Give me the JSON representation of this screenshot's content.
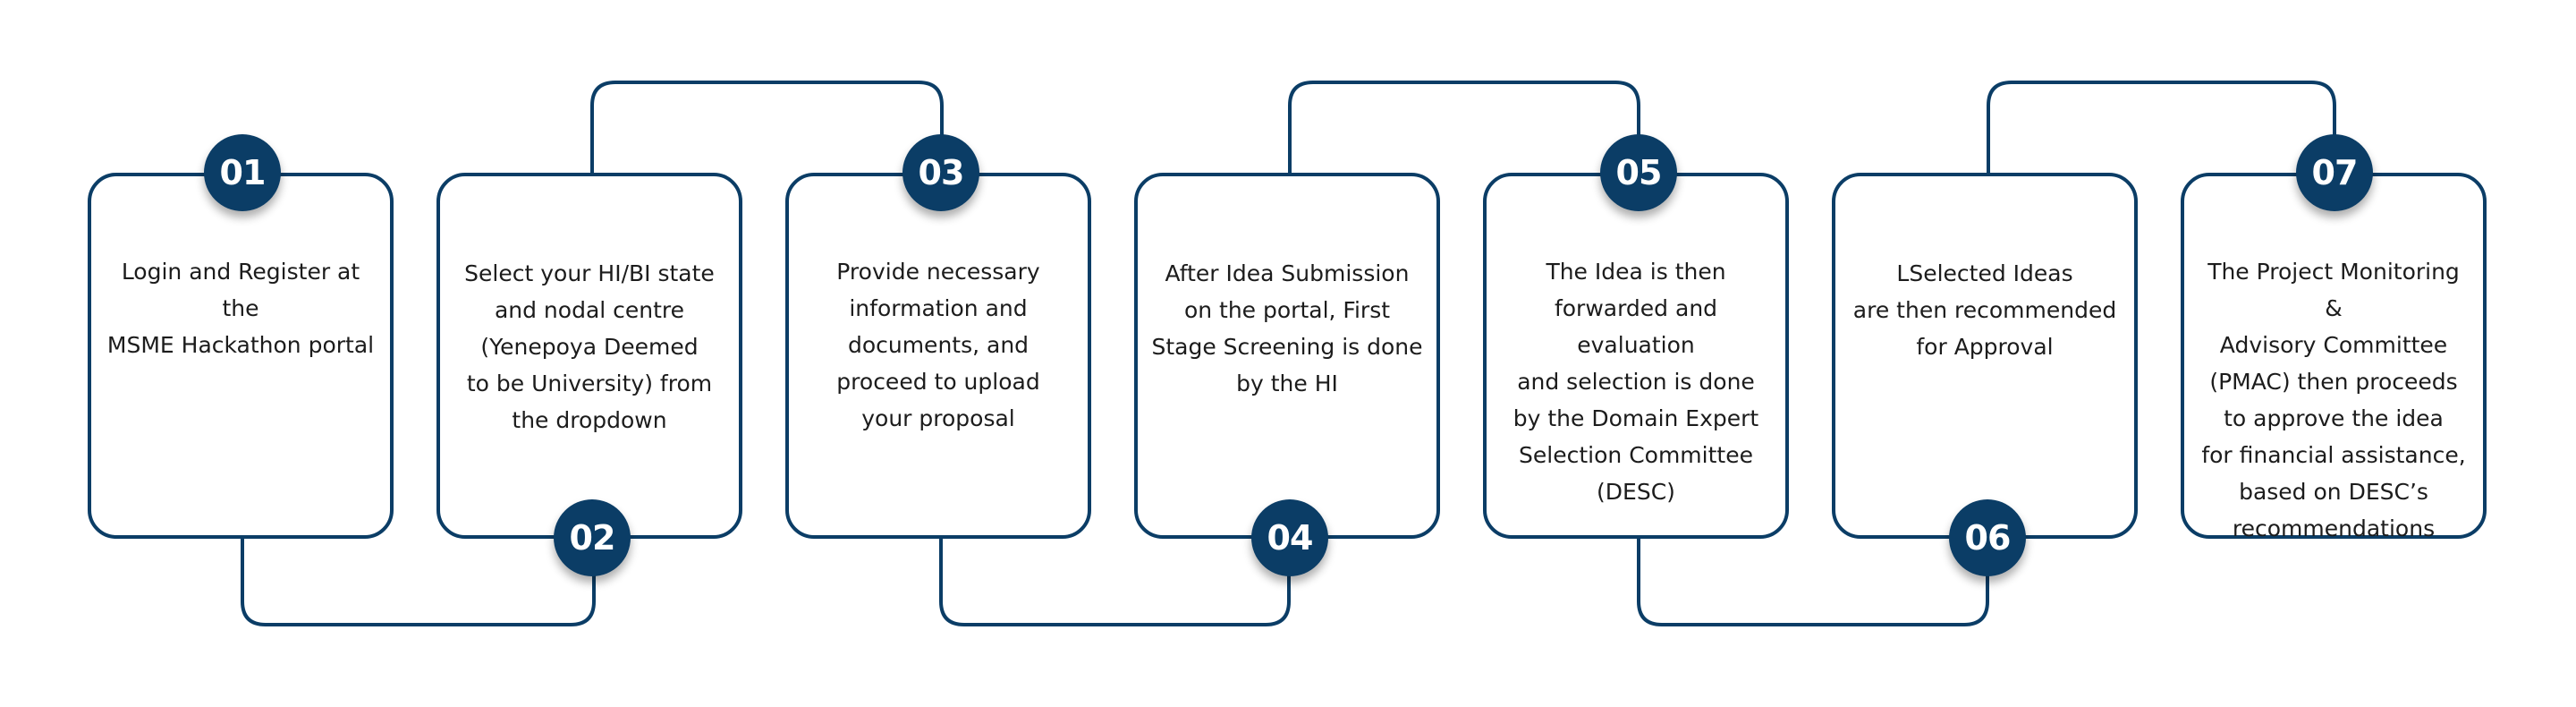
{
  "colors": {
    "primary": "#0b3d66",
    "text": "#1c1c1c",
    "background": "#ffffff"
  },
  "steps": [
    {
      "number": "01",
      "text": "Login and Register at the\nMSME Hackathon portal"
    },
    {
      "number": "02",
      "text": "Select your HI/BI state\nand nodal centre\n(Yenepoya Deemed\nto be University) from\nthe dropdown"
    },
    {
      "number": "03",
      "text": "Provide necessary\ninformation and\ndocuments, and\nproceed to upload\nyour proposal"
    },
    {
      "number": "04",
      "text": "After Idea Submission\non the portal, First\nStage Screening is done\nby the HI"
    },
    {
      "number": "05",
      "text": "The Idea is then\nforwarded and evaluation\nand selection is done\nby the Domain Expert\nSelection Committee\n(DESC)"
    },
    {
      "number": "06",
      "text": "LSelected Ideas\nare then recommended\nfor Approval"
    },
    {
      "number": "07",
      "text": "The Project Monitoring &\nAdvisory Committee\n(PMAC) then proceeds\nto approve the idea\nfor financial assistance,\nbased on DESC’s\nrecommendations"
    }
  ]
}
